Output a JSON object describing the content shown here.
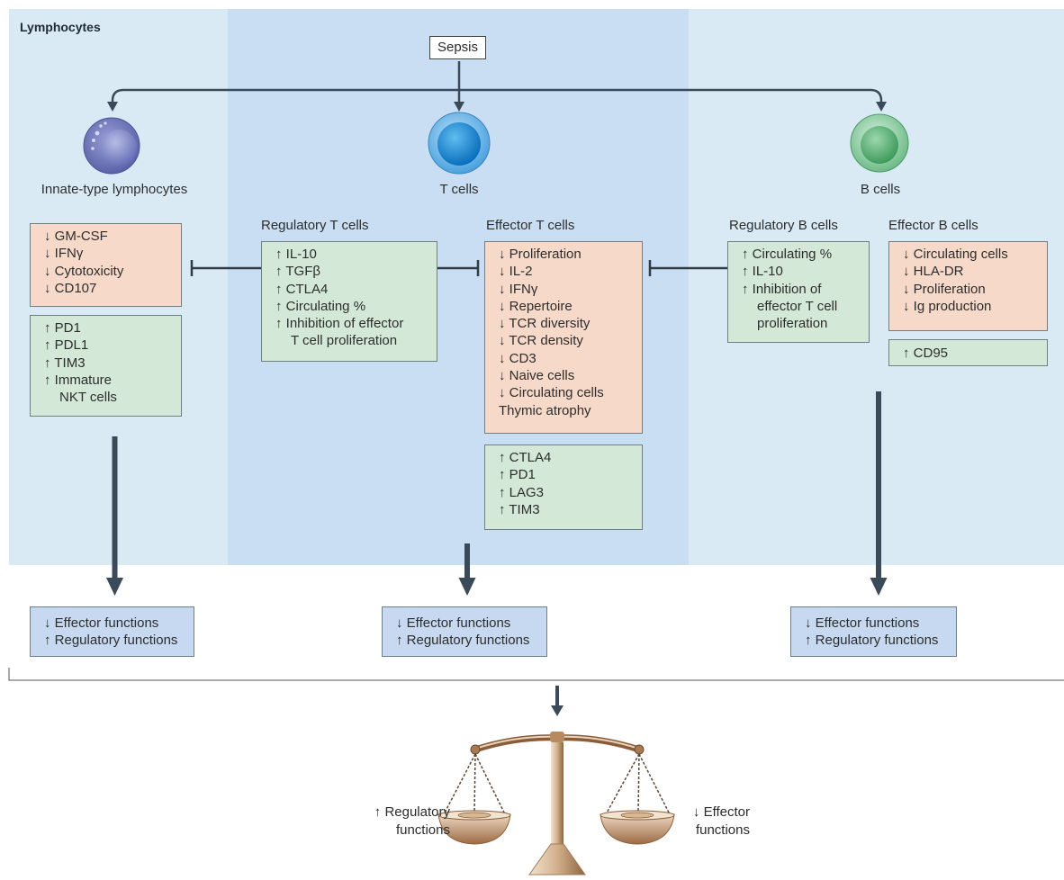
{
  "title": "Lymphocytes",
  "sepsis": "Sepsis",
  "cells": {
    "innate": "Innate-type lymphocytes",
    "t": "T cells",
    "b": "B cells"
  },
  "headers": {
    "reg_t": "Regulatory T cells",
    "eff_t": "Effector T cells",
    "reg_b": "Regulatory B cells",
    "eff_b": "Effector B cells"
  },
  "boxes": {
    "innate_down": [
      "↓ GM-CSF",
      "↓ IFNγ",
      "↓ Cytotoxicity",
      "↓ CD107"
    ],
    "innate_up": [
      "↑ PD1",
      "↑ PDL1",
      "↑ TIM3",
      "↑ Immature",
      "NKT cells"
    ],
    "reg_t": [
      "↑ IL-10",
      "↑ TGFβ",
      "↑ CTLA4",
      "↑ Circulating %",
      "↑ Inhibition of effector",
      "T cell proliferation"
    ],
    "eff_t_down": [
      "↓ Proliferation",
      "↓ IL-2",
      "↓ IFNγ",
      "↓ Repertoire",
      "↓ TCR diversity",
      "↓ TCR density",
      "↓ CD3",
      "↓ Naive cells",
      "↓ Circulating cells",
      "Thymic atrophy"
    ],
    "eff_t_up": [
      "↑ CTLA4",
      "↑ PD1",
      "↑ LAG3",
      "↑ TIM3"
    ],
    "reg_b": [
      "↑ Circulating %",
      "↑ IL-10",
      "↑ Inhibition of",
      "effector T cell",
      "proliferation"
    ],
    "eff_b_down": [
      "↓ Circulating cells",
      "↓ HLA-DR",
      "↓ Proliferation",
      "↓ Ig production"
    ],
    "eff_b_up": [
      "↑ CD95"
    ]
  },
  "outcomes": [
    [
      "↓ Effector functions",
      "↑ Regulatory functions"
    ],
    [
      "↓ Effector functions",
      "↑ Regulatory functions"
    ],
    [
      "↓ Effector functions",
      "↑ Regulatory functions"
    ]
  ],
  "balance": {
    "left": [
      "↑ Regulatory",
      "functions"
    ],
    "right": [
      "↓ Effector",
      "functions"
    ]
  },
  "colors": {
    "panel_light": "#daeaf5",
    "panel_mid": "#cadef3",
    "down_box": "#f6d9c9",
    "up_box": "#d3e8d6",
    "outcome_box": "#c6d9f0",
    "arrow": "#3a4a58"
  }
}
